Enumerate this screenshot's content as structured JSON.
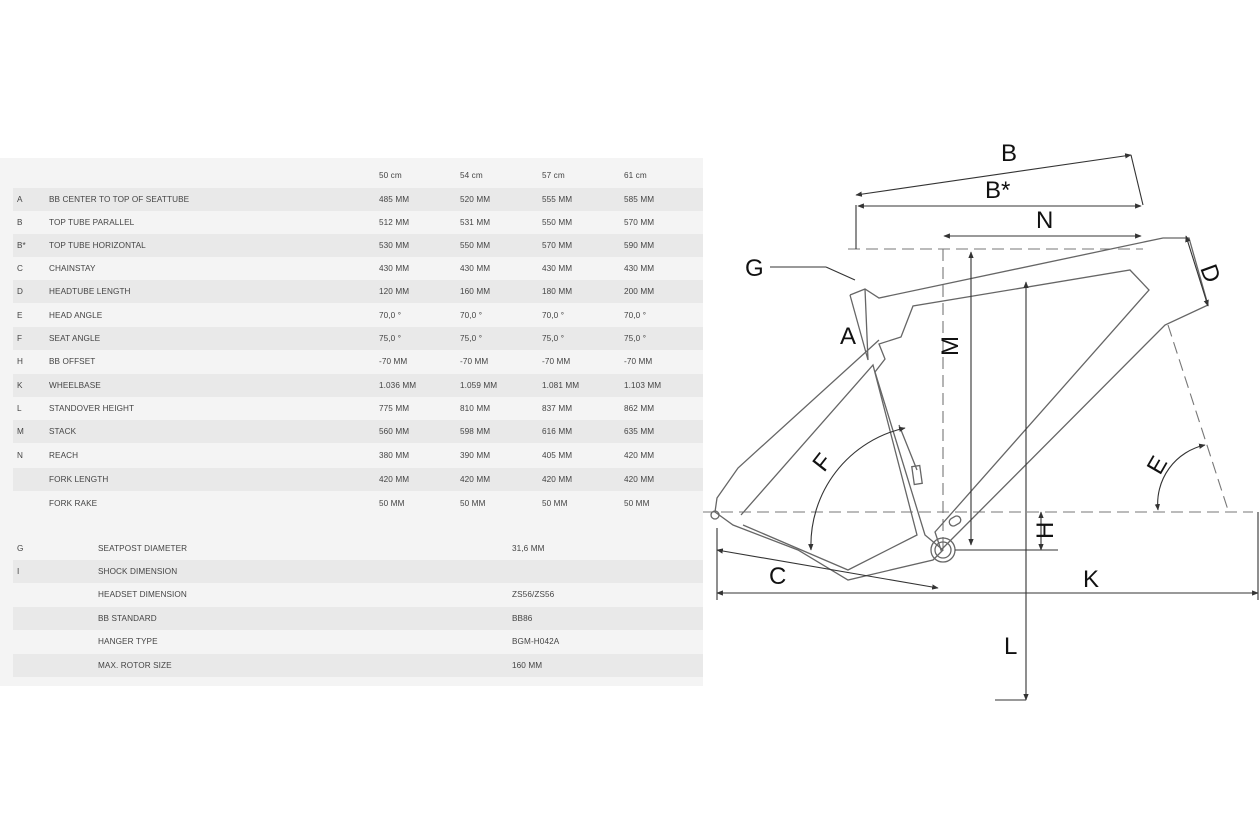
{
  "table": {
    "columns": [
      "50 cm",
      "54 cm",
      "57 cm",
      "61 cm"
    ],
    "rows": [
      {
        "key": "A",
        "name": "BB CENTER TO TOP OF SEATTUBE",
        "v": [
          "485 MM",
          "520 MM",
          "555 MM",
          "585 MM"
        ]
      },
      {
        "key": "B",
        "name": "TOP TUBE PARALLEL",
        "v": [
          "512 MM",
          "531 MM",
          "550 MM",
          "570 MM"
        ]
      },
      {
        "key": "B*",
        "name": "TOP TUBE HORIZONTAL",
        "v": [
          "530 MM",
          "550 MM",
          "570 MM",
          "590 MM"
        ]
      },
      {
        "key": "C",
        "name": "CHAINSTAY",
        "v": [
          "430 MM",
          "430 MM",
          "430 MM",
          "430 MM"
        ]
      },
      {
        "key": "D",
        "name": "HEADTUBE LENGTH",
        "v": [
          "120 MM",
          "160 MM",
          "180 MM",
          "200 MM"
        ]
      },
      {
        "key": "E",
        "name": "HEAD ANGLE",
        "v": [
          "70,0 °",
          "70,0 °",
          "70,0 °",
          "70,0 °"
        ]
      },
      {
        "key": "F",
        "name": "SEAT ANGLE",
        "v": [
          "75,0 °",
          "75,0 °",
          "75,0 °",
          "75,0 °"
        ]
      },
      {
        "key": "H",
        "name": "BB OFFSET",
        "v": [
          "-70 MM",
          "-70 MM",
          "-70 MM",
          "-70 MM"
        ]
      },
      {
        "key": "K",
        "name": "WHEELBASE",
        "v": [
          "1.036 MM",
          "1.059 MM",
          "1.081 MM",
          "1.103 MM"
        ]
      },
      {
        "key": "L",
        "name": "STANDOVER HEIGHT",
        "v": [
          "775 MM",
          "810 MM",
          "837 MM",
          "862 MM"
        ]
      },
      {
        "key": "M",
        "name": "STACK",
        "v": [
          "560 MM",
          "598 MM",
          "616 MM",
          "635 MM"
        ]
      },
      {
        "key": "N",
        "name": "REACH",
        "v": [
          "380 MM",
          "390 MM",
          "405 MM",
          "420 MM"
        ]
      },
      {
        "key": "",
        "name": "FORK LENGTH",
        "v": [
          "420 MM",
          "420 MM",
          "420 MM",
          "420 MM"
        ]
      },
      {
        "key": "",
        "name": "FORK RAKE",
        "v": [
          "50 MM",
          "50 MM",
          "50 MM",
          "50 MM"
        ]
      }
    ]
  },
  "specs": [
    {
      "key": "G",
      "name": "SEATPOST DIAMETER",
      "value": "31,6 MM"
    },
    {
      "key": "I",
      "name": "SHOCK DIMENSION",
      "value": ""
    },
    {
      "key": "",
      "name": "HEADSET DIMENSION",
      "value": "ZS56/ZS56"
    },
    {
      "key": "",
      "name": "BB STANDARD",
      "value": "BB86"
    },
    {
      "key": "",
      "name": "HANGER TYPE",
      "value": "BGM-H042A"
    },
    {
      "key": "",
      "name": "MAX. ROTOR SIZE",
      "value": "160 MM"
    }
  ],
  "diagram": {
    "labels": {
      "A": "A",
      "B": "B",
      "Bstar": "B*",
      "C": "C",
      "D": "D",
      "E": "E",
      "F": "F",
      "G": "G",
      "H": "H",
      "K": "K",
      "L": "L",
      "M": "M",
      "N": "N"
    }
  }
}
